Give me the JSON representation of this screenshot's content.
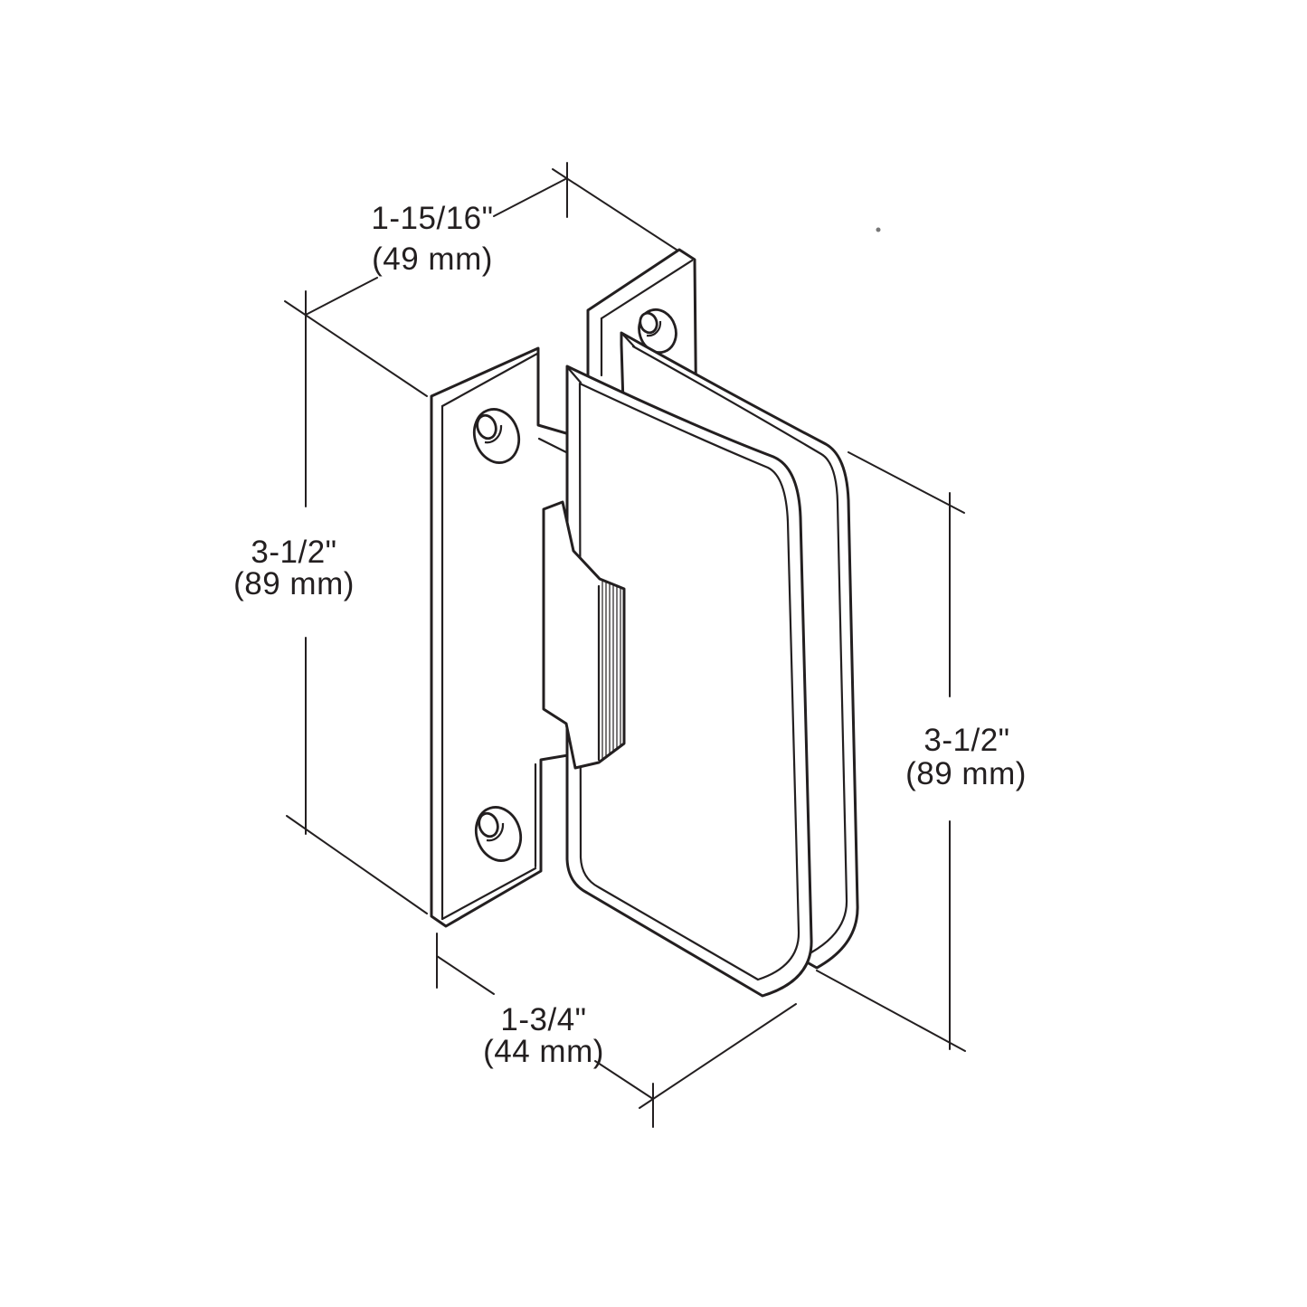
{
  "title": "Wall mount hinge dimensional diagram",
  "colors": {
    "background": "#ffffff",
    "line": "#231f20",
    "text": "#231f20"
  },
  "dimensions": {
    "top": {
      "inches": "1-15/16\"",
      "mm": "(49 mm)"
    },
    "left": {
      "inches": "3-1/2\"",
      "mm": "(89 mm)"
    },
    "right": {
      "inches": "3-1/2\"",
      "mm": "(89 mm)"
    },
    "bottom": {
      "inches": "1-3/4\"",
      "mm": "(44 mm)"
    }
  }
}
